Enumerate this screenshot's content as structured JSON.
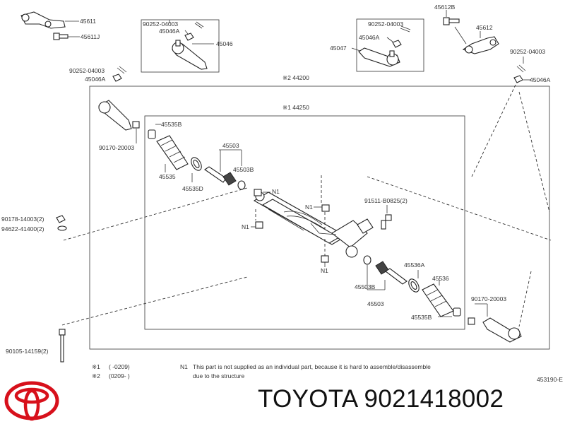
{
  "labels": {
    "p45611": "45611",
    "p45611J": "45611J",
    "p90252_a": "90252-04003",
    "p45046A_a": "45046A",
    "p45046": "45046",
    "p90252_b": "90252-04003",
    "p45046A_b": "45046A",
    "p45047": "45047",
    "p45612B": "45612B",
    "p45612": "45612",
    "p90252_c": "90252-04003",
    "p45046A_c": "45046A",
    "p90252_d": "90252-04003",
    "p45046A_d": "45046A",
    "p44200": "※2 44200",
    "p44250": "※1 44250",
    "p45535B_a": "45535B",
    "p90170_a": "90170-20003",
    "p45503_a": "45503",
    "p45503B_a": "45503B",
    "p45535": "45535",
    "p45535D": "45535D",
    "pN1_a": "N1",
    "pN1_b": "N1",
    "pN1_c": "N1",
    "pN1_d": "N1",
    "p91511": "91511-B0825(2)",
    "p90178": "90178-14003(2)",
    "p94622": "94622-41400(2)",
    "p45536A": "45536A",
    "p45536": "45536",
    "p45503B_b": "45503B",
    "p45503_b": "45503",
    "p90170_b": "90170-20003",
    "p45535B_b": "45535B",
    "p90105": "90105-14159(2)"
  },
  "footnotes": {
    "f1_mark": "※1",
    "f1_range": "(      -0209)",
    "f2_mark": "※2",
    "f2_range": "(0209-      )",
    "n1_mark": "N1",
    "n1_text_1": "This part is not supplied as an individual part,  because it is hard to assemble/disassemble",
    "n1_text_2": "due to the structure",
    "ref": "453190-E"
  },
  "brand": {
    "logo": "toyota-logo",
    "part_title": "TOYOTA 9021418002"
  }
}
